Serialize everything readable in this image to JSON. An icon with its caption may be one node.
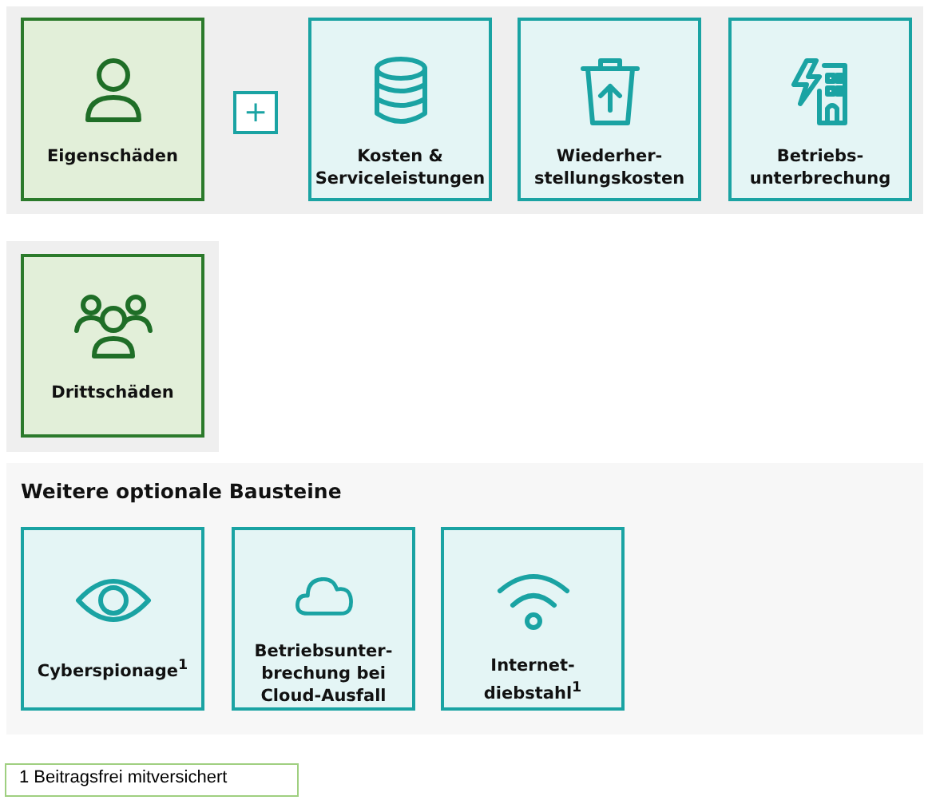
{
  "diagram": {
    "nodes": [
      {
        "text": [
          "Eigenschäden"
        ]
      },
      {
        "text": [
          "+"
        ]
      },
      {
        "text": [
          "Kosten & Serviceleistungen"
        ]
      },
      {
        "text": [
          "Wiederher- stellungskosten"
        ]
      },
      {
        "text": [
          "Betriebs- unterbrechung"
        ]
      },
      {
        "text": [
          "Drittschäden"
        ]
      },
      {
        "text": [
          "Weitere optionale Bausteine"
        ]
      },
      {
        "text": [
          "Cyberspionage$^{1}$"
        ],
        "in": 6
      },
      {
        "text": [
          "Betriebsunter- brechung bei Cloud-Ausfall"
        ],
        "in": 6
      },
      {
        "text": [
          "Internet- diebstahl$^{1}$"
        ],
        "in": 6
      },
      {
        "text": [
          "1 Beitragsfrei mitversichert"
        ]
      }
    ],
    "edges": []
  }
}
